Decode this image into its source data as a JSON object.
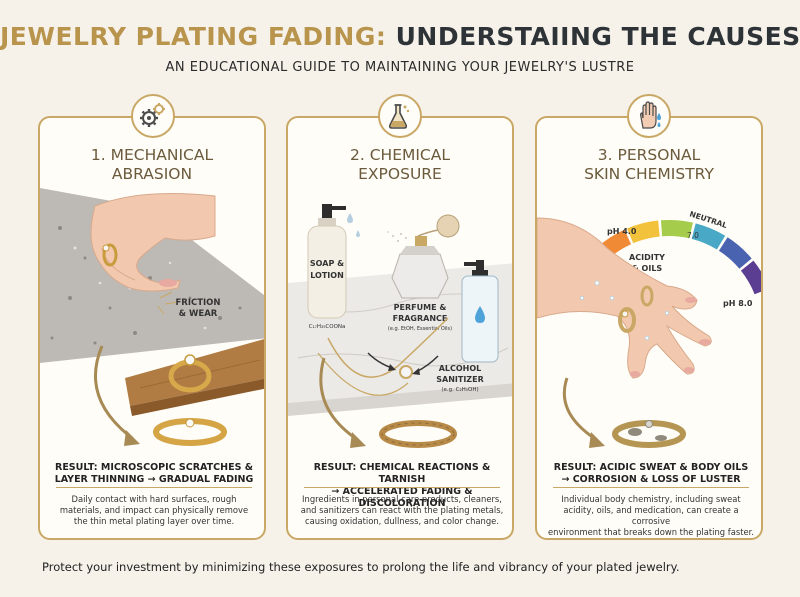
{
  "header": {
    "title_part1": "JEWELRY PLATING FADING:",
    "title_part2": "UNDERSTAIING THE CAUSES",
    "subtitle": "AN EDUCATIONAL GUIDE TO MAINTAINING YOUR JEWELRY'S LUSTRE"
  },
  "panels": [
    {
      "icon": "gears-icon",
      "heading_line1": "1. MECHANICAL",
      "heading_line2": "ABRASION",
      "callout_line1": "FRICTION",
      "callout_line2": "& WEAR",
      "result_line1": "RESULT: MICROSCOPIC SCRATCHES &",
      "result_line2": "LAYER THINNING → GRADUAL FADING",
      "description_line1": "Daily contact with hard surfaces, rough",
      "description_line2": "materials, and impact can physically remove",
      "description_line3": "the thin metal plating layer over time."
    },
    {
      "icon": "flask-icon",
      "heading_line1": "2. CHEMICAL",
      "heading_line2": "EXPOSURE",
      "soap_line1": "SOAP &",
      "soap_line2": "LOTION",
      "soap_formula": "C₁₇H₃₅COONa",
      "perfume_line1": "PERFUME &",
      "perfume_line2": "FRAGRANCE",
      "perfume_note": "(e.g. EtOH, Essential Oils)",
      "alcohol_line1": "ALCOHOL",
      "alcohol_line2": "SANITIZER",
      "alcohol_note": "(e.g. C₂H₅OH)",
      "result_line1": "RESULT: CHEMICAL REACTIONS & TARNISH",
      "result_line2": "→ ACCELERATED FADING & DISCOLORATION",
      "description_line1": "Ingredients in personal care products, cleaners,",
      "description_line2": "and sanitizers can react with the plating metals,",
      "description_line3": "causing oxidation, dullness, and color change."
    },
    {
      "icon": "hand-drops-icon",
      "heading_line1": "3. PERSONAL",
      "heading_line2": "SKIN CHEMISTRY",
      "ph_low": "pH 4.0",
      "ph_neutral": "NEUTRAL",
      "ph_mid": "7.0",
      "ph_high": "pH 8.0",
      "acidity_line1": "ACIDITY",
      "acidity_line2": "& OILS",
      "result_line1": "RESULT: ACIDIC SWEAT & BODY OILS",
      "result_line2": "→ CORROSION & LOSS OF LUSTER",
      "description_line1": "Individual body chemistry, including sweat",
      "description_line2": "acidity, oils, and medication, can create a corrosive",
      "description_line3": "environment that breaks down the plating faster."
    }
  ],
  "footer": "Protect your investment by minimizing these exposures to prolong the life and vibrancy of your plated jewelry.",
  "colors": {
    "gold": "#c9a866",
    "title_gold": "#b8944d",
    "title_dark": "#2e3338",
    "background": "#f6f2ea",
    "ph_scale": [
      "#e0483a",
      "#f08a35",
      "#f3c23d",
      "#a5cc4a",
      "#49a8c6",
      "#4a63b0",
      "#5b3d91"
    ]
  }
}
